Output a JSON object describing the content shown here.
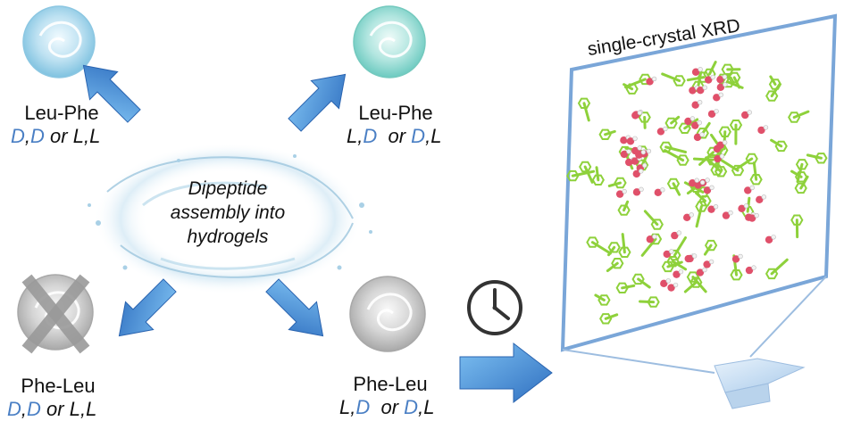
{
  "center": {
    "line1": "Dipeptide",
    "line2": "assembly into",
    "line3": "hydrogels"
  },
  "top_left": {
    "name": "Leu-Phe",
    "s1": "D",
    "s2": "D",
    "mid": " or ",
    "s3": "L",
    "s4": "L"
  },
  "top_right": {
    "name": "Leu-Phe",
    "s1": "L",
    "s2": "D",
    "mid": "  or ",
    "s3": "D",
    "s4": "L"
  },
  "bottom_left": {
    "name": "Phe-Leu",
    "s1": "D",
    "s2": "D",
    "mid": " or ",
    "s3": "L",
    "s4": "L"
  },
  "bottom_right": {
    "name": "Phe-Leu",
    "s1": "L",
    "s2": "D",
    "mid": "  or ",
    "s3": "D",
    "s4": "L"
  },
  "xrd": {
    "title": "single-crystal XRD"
  },
  "colors": {
    "arrow_blue": "#4a90d9",
    "stereo_blue": "#4a7fc4",
    "panel_border": "#7aa6d8",
    "carbon_green": "#8ed13b",
    "oxygen_red": "#e0506a",
    "hydrogen_white": "#f2f2f2"
  },
  "icons": [
    "gel-vial-icon",
    "cross-icon",
    "clock-icon",
    "arrow-icon",
    "crystal-icon"
  ]
}
